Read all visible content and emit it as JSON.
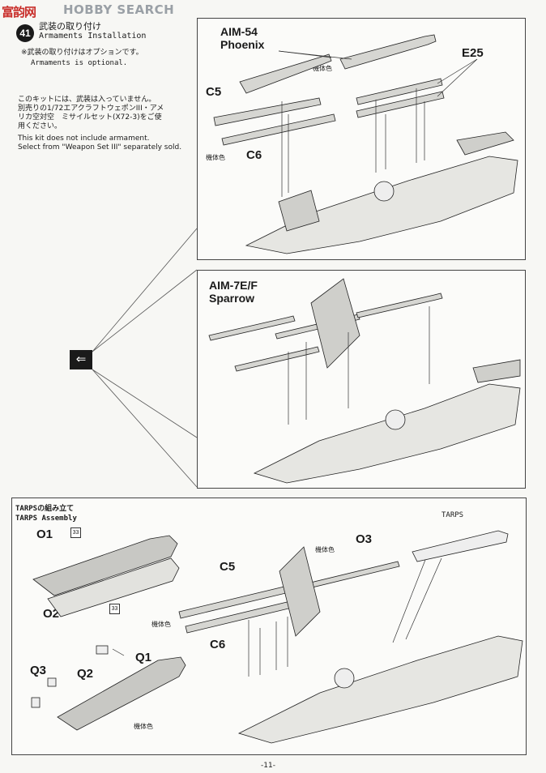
{
  "watermark": {
    "logo": "富韵网",
    "text": "HOBBY SEARCH"
  },
  "step": {
    "number": "41",
    "title_jp": "武装の取り付け",
    "title_en": "Armaments Installation"
  },
  "notes": {
    "optional_jp": "※武装の取り付けはオプションです。",
    "optional_en": "Armaments is optional.",
    "kit_jp_1": "このキットには、武装は入っていません。",
    "kit_jp_2": "別売りの1/72エアクラフトウェポンIII・アメ",
    "kit_jp_3": "リカ空対空　ミサイルセット(X72-3)をご使",
    "kit_jp_4": "用ください。",
    "kit_en_1": "This kit does not include armament.",
    "kit_en_2": "Select from \"Weapon Set III\" separately sold."
  },
  "panel_top": {
    "missile_name": "AIM-54",
    "missile_sub": "Phoenix",
    "parts": [
      "C5",
      "C6",
      "E25"
    ],
    "color_label": "機体色"
  },
  "panel_mid": {
    "missile_name": "AIM-7E/F",
    "missile_sub": "Sparrow"
  },
  "panel_bottom": {
    "title_jp": "TARPSの組み立て",
    "title_en": "TARPS Assembly",
    "parts": [
      "O1",
      "O2",
      "O3",
      "Q1",
      "Q2",
      "Q3",
      "C5",
      "C6"
    ],
    "badge": "33",
    "tarps_label": "TARPS",
    "color_label": "機体色"
  },
  "arrow_icon": "⇐",
  "page_number": "-11-"
}
